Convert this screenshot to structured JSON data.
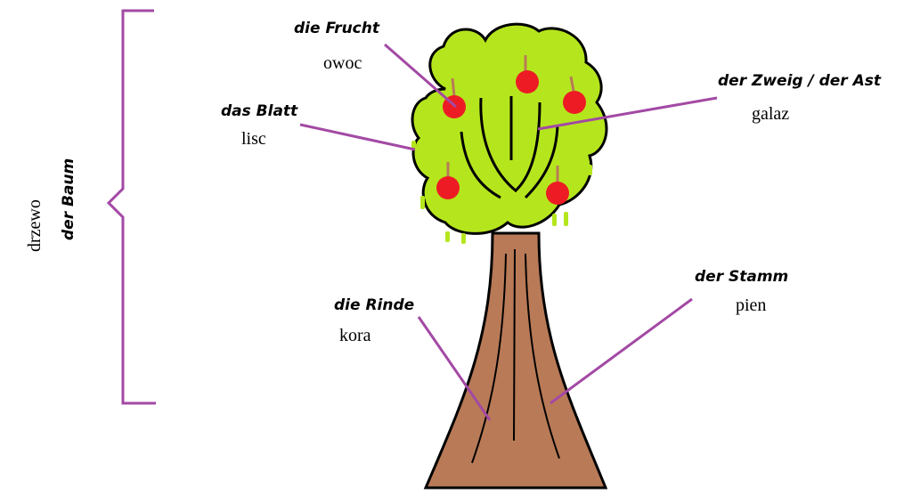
{
  "colors": {
    "leaf": "#b5e61d",
    "leaf_outline": "#000000",
    "fruit": "#ed1c24",
    "stem": "#b97a57",
    "trunk": "#b97a57",
    "pointer": "#a349a4"
  },
  "labels": {
    "frucht": {
      "de": "die Frucht",
      "pl": "owoc"
    },
    "blatt": {
      "de": "das Blatt",
      "pl": "lisc"
    },
    "zweig": {
      "de": "der Zweig / der Ast",
      "pl": "galaz"
    },
    "rinde": {
      "de": "die Rinde",
      "pl": "kora"
    },
    "stamm": {
      "de": "der Stamm",
      "pl": "pien"
    },
    "baum": {
      "de": "der Baum",
      "pl": "drzewo"
    }
  }
}
